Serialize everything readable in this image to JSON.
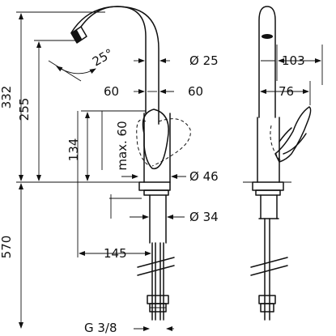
{
  "drawing": {
    "dimensions": {
      "total_height_top": "332",
      "spout_height": "255",
      "spout_angle": "25°",
      "lever_clearance": "134",
      "lever_travel": "max. 60",
      "lever_left": "60",
      "lever_right": "60",
      "spout_outlet_dia": "Ø 25",
      "body_dia": "Ø 46",
      "shank_dia": "Ø 34",
      "underside_length": "570",
      "spout_reach": "145",
      "connection_thread": "G 3/8",
      "side_depth": "103",
      "side_lever_reach": "76"
    }
  }
}
